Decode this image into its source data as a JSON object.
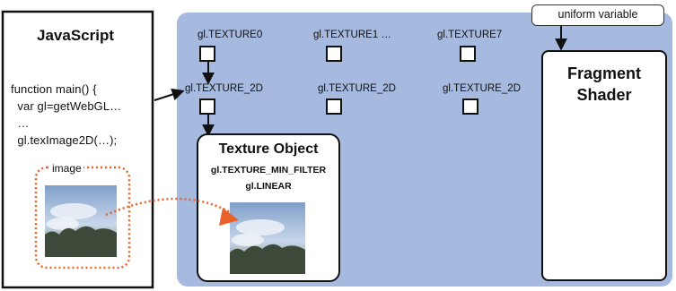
{
  "javascript_panel": {
    "title": "JavaScript",
    "code_lines": [
      "function main() {",
      "  var gl=getWebGL…",
      "  …",
      "  gl.texImage2D(…);"
    ],
    "image_label": "image"
  },
  "texture_units": [
    {
      "unit_label": "gl.TEXTURE0",
      "target_label": "gl.TEXTURE_2D"
    },
    {
      "unit_label": "gl.TEXTURE1 …",
      "target_label": "gl.TEXTURE_2D"
    },
    {
      "unit_label": "gl.TEXTURE7",
      "target_label": "gl.TEXTURE_2D"
    }
  ],
  "texture_object": {
    "title": "Texture Object",
    "param": "gl.TEXTURE_MIN_FILTER",
    "value": "gl.LINEAR"
  },
  "uniform_variable": "uniform variable",
  "fragment_shader": {
    "line1": "Fragment",
    "line2": "Shader"
  },
  "colors": {
    "panel_blue": "#a6b9de",
    "arrow_orange": "#e8622a",
    "outline": "#111111"
  }
}
